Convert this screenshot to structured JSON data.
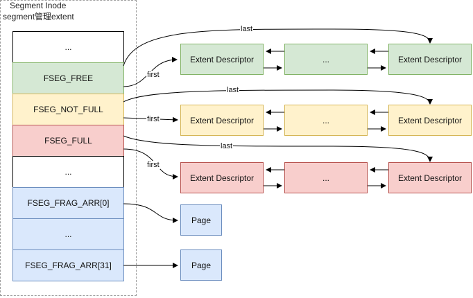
{
  "frame": {
    "title": "Segment Inode",
    "subtitle": "segment管理extent"
  },
  "inode_cells": [
    {
      "label": "...",
      "color": "#ffffff",
      "border": "#000000"
    },
    {
      "label": "FSEG_FREE",
      "color": "#d5e8d4",
      "border": "#82b366"
    },
    {
      "label": "FSEG_NOT_FULL",
      "color": "#fff2cc",
      "border": "#d6b656"
    },
    {
      "label": "FSEG_FULL",
      "color": "#f8cecc",
      "border": "#b85450"
    },
    {
      "label": "...",
      "color": "#ffffff",
      "border": "#000000"
    },
    {
      "label": "FSEG_FRAG_ARR[0]",
      "color": "#dae8fc",
      "border": "#6c8ebf"
    },
    {
      "label": "...",
      "color": "#dae8fc",
      "border": "#6c8ebf"
    },
    {
      "label": "FSEG_FRAG_ARR[31]",
      "color": "#dae8fc",
      "border": "#6c8ebf"
    }
  ],
  "extent_rows": [
    {
      "first": "Extent Descriptor",
      "middle": "...",
      "last": "Extent Descriptor",
      "color": "#d5e8d4",
      "border": "#82b366"
    },
    {
      "first": "Extent Descriptor",
      "middle": "...",
      "last": "Extent Descriptor",
      "color": "#fff2cc",
      "border": "#d6b656"
    },
    {
      "first": "Extent Descriptor",
      "middle": "...",
      "last": "Extent Descriptor",
      "color": "#f8cecc",
      "border": "#b85450"
    }
  ],
  "pages": [
    {
      "label": "Page",
      "color": "#dae8fc",
      "border": "#6c8ebf"
    },
    {
      "label": "Page",
      "color": "#dae8fc",
      "border": "#6c8ebf"
    }
  ],
  "edge_labels": {
    "first": "first",
    "last": "last"
  }
}
